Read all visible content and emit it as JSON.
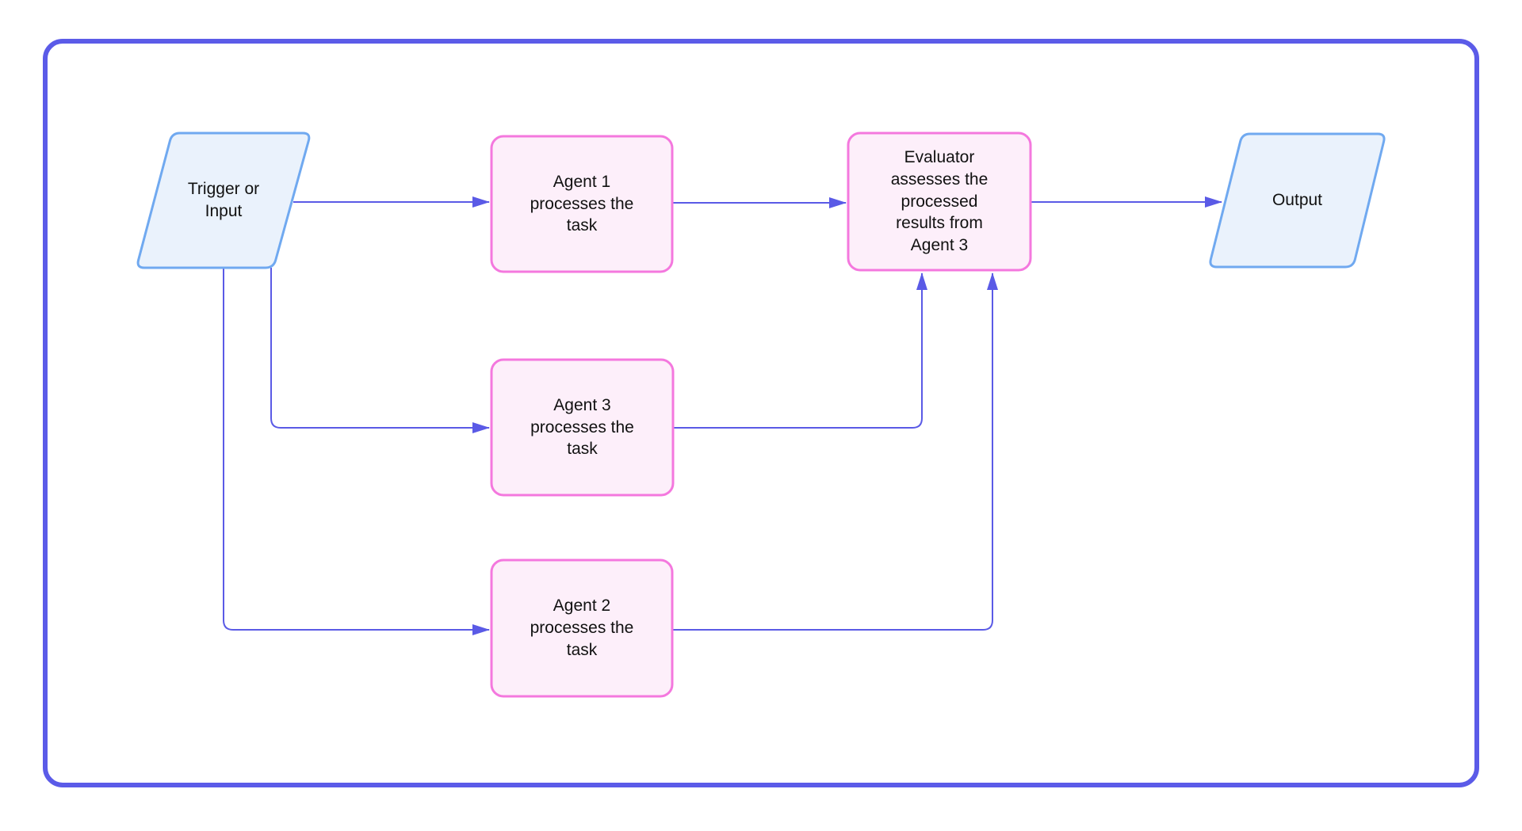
{
  "colors": {
    "background": "#FFFFFF",
    "outer_border": "#5B5BE8",
    "connector": "#5A5AE6",
    "process_fill": "#FDEFFA",
    "process_border": "#F478DE",
    "io_fill": "#EAF2FC",
    "io_border": "#70A9F0",
    "text": "#111111"
  },
  "nodes": {
    "trigger": {
      "shape": "parallelogram",
      "label": "Trigger or\nInput"
    },
    "agent1": {
      "shape": "process",
      "label": "Agent 1\nprocesses the\ntask"
    },
    "agent3": {
      "shape": "process",
      "label": "Agent 3\nprocesses the\ntask"
    },
    "agent2": {
      "shape": "process",
      "label": "Agent 2\nprocesses the\ntask"
    },
    "evaluator": {
      "shape": "process",
      "label": "Evaluator\nassesses the\nprocessed\nresults from\nAgent 3"
    },
    "output": {
      "shape": "parallelogram",
      "label": "Output"
    }
  },
  "edges": [
    {
      "from": "trigger",
      "to": "agent1"
    },
    {
      "from": "trigger",
      "to": "agent3"
    },
    {
      "from": "trigger",
      "to": "agent2"
    },
    {
      "from": "agent1",
      "to": "evaluator"
    },
    {
      "from": "agent3",
      "to": "evaluator"
    },
    {
      "from": "agent2",
      "to": "evaluator"
    },
    {
      "from": "evaluator",
      "to": "output"
    }
  ]
}
